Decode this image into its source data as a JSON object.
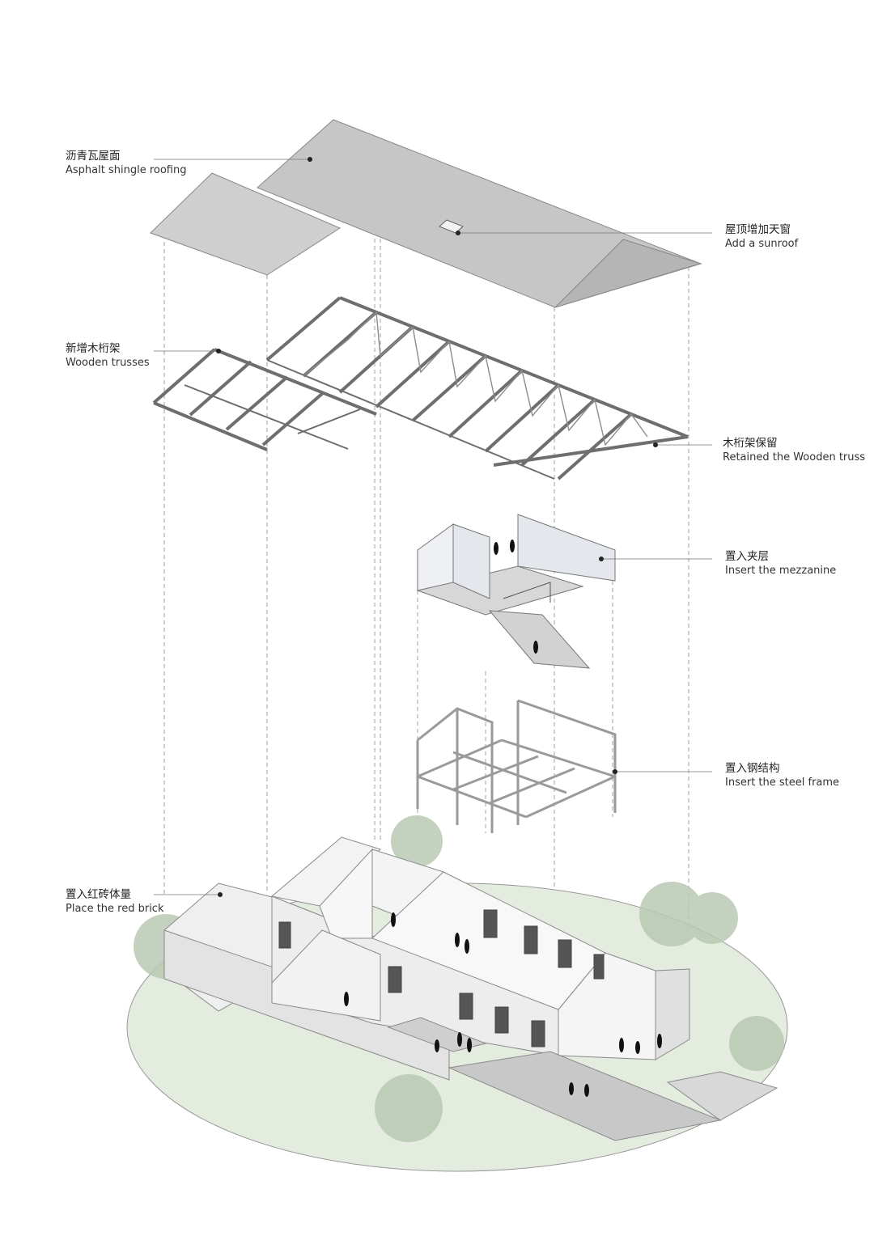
{
  "labels": {
    "roof": {
      "zh": "沥青瓦屋面",
      "en": "Asphalt shingle roofing"
    },
    "sunroof": {
      "zh": "屋顶增加天窗",
      "en": "Add a sunroof"
    },
    "new_truss": {
      "zh": "新增木桁架",
      "en": "Wooden trusses"
    },
    "retained_truss": {
      "zh": "木桁架保留",
      "en": "Retained the Wooden truss"
    },
    "mezzanine": {
      "zh": "置入夹层",
      "en": "Insert the mezzanine"
    },
    "steel": {
      "zh": "置入钢结构",
      "en": "Insert the steel frame"
    },
    "brick": {
      "zh": "置入红砖体量",
      "en": "Place the red brick"
    }
  },
  "colors": {
    "roof": "#c9c9c9",
    "truss": "#6e6e6e",
    "wall": "#ececec",
    "ground": "#e3ecdf",
    "tree": "#b9c9b3",
    "leader": "#777777"
  }
}
